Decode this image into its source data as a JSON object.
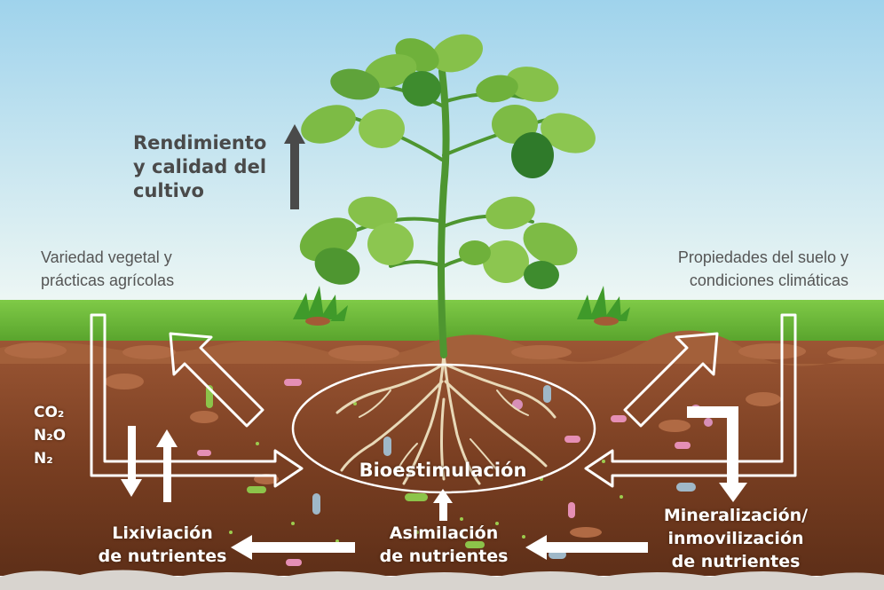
{
  "header": {
    "yield_line1": "Rendimiento",
    "yield_line2": "y calidad del",
    "yield_line3": "cultivo"
  },
  "factors": {
    "left_line1": "Variedad vegetal y",
    "left_line2": "prácticas agrícolas",
    "right_line1": "Propiedades del suelo y",
    "right_line2": "condiciones climáticas"
  },
  "gases": [
    "CO₂",
    "N₂O",
    "N₂"
  ],
  "center_label": "Bioestimulación",
  "processes": {
    "leaching_line1": "Lixiviación",
    "leaching_line2": "de nutrientes",
    "assimilation_line1": "Asimilación",
    "assimilation_line2": "de nutrientes",
    "mineral_line1": "Mineralización/",
    "mineral_line2": "inmovilización",
    "mineral_line3": "de nutrientes"
  },
  "colors": {
    "sky": "#cfe8f3",
    "grass": "#6fbf3a",
    "soil": "#7a3f22",
    "leaf": "#5fa83a",
    "arrow_dark": "#4a4a4a",
    "arrow_white": "#ffffff"
  },
  "icons": [
    "yield-up-arrow-icon",
    "flow-arrow-icon",
    "plant-icon",
    "roots-icon",
    "microbe-icon"
  ]
}
